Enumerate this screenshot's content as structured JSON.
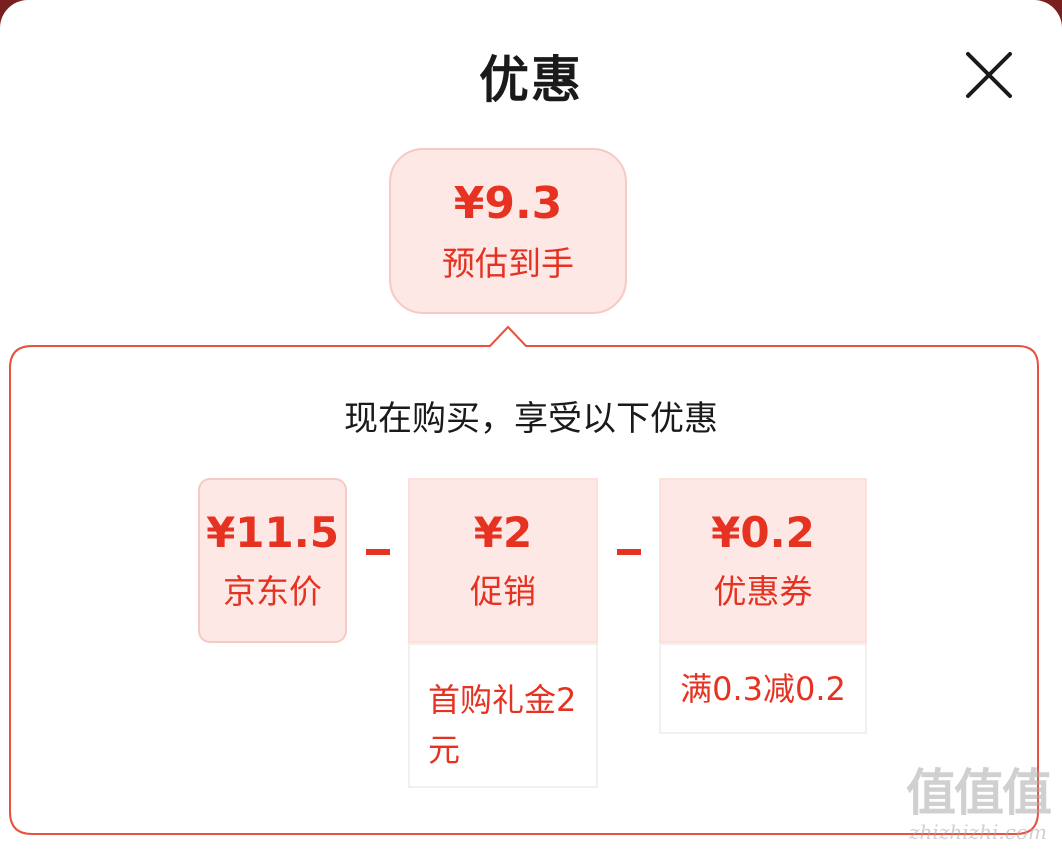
{
  "dialog": {
    "title": "优惠",
    "close_icon": "close-icon"
  },
  "estimate": {
    "price": "¥9.3",
    "label": "预估到手"
  },
  "breakdown": {
    "subtitle": "现在购买，享受以下优惠",
    "operator": "-",
    "items": [
      {
        "price": "¥11.5",
        "label": "京东价"
      },
      {
        "price": "¥2",
        "label": "促销",
        "detail": "首购礼金2元"
      },
      {
        "price": "¥0.2",
        "label": "优惠券",
        "detail": "满0.3减0.2"
      }
    ]
  },
  "watermark": {
    "glyphs": "值值值",
    "url": "zhizhizhi.com"
  },
  "colors": {
    "accent": "#e63221",
    "accent_bg": "#fde8e6",
    "accent_border": "#f8c9c3",
    "text": "#1a1a1a"
  }
}
